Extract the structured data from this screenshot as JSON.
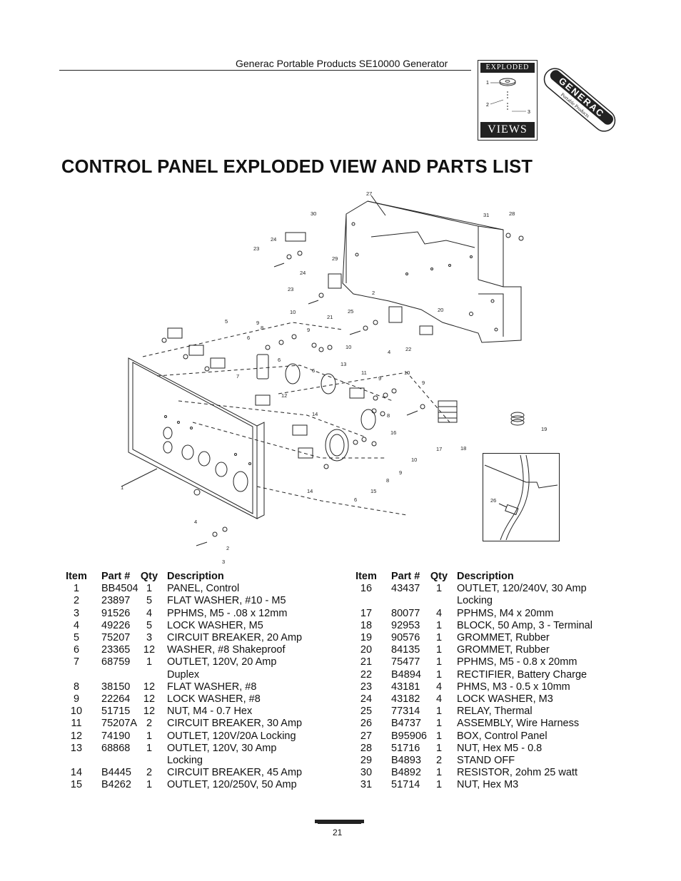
{
  "header": {
    "title": "Generac Portable Products SE10000 Generator"
  },
  "exploded_logo": {
    "top_word": "EXPLODED",
    "bottom_word": "VIEWS",
    "labels": [
      "1",
      "2",
      "3"
    ]
  },
  "generac_logo": {
    "brand": "GENERAC",
    "sub": "Portable Products"
  },
  "page_title": "CONTROL PANEL EXPLODED VIEW AND PARTS LIST",
  "diagram_callouts": [
    "27",
    "30",
    "31",
    "28",
    "24",
    "23",
    "29",
    "24",
    "23",
    "25",
    "2",
    "20",
    "21",
    "4",
    "22",
    "5",
    "6",
    "9",
    "10",
    "8",
    "9",
    "10",
    "7",
    "6",
    "6",
    "12",
    "13",
    "11",
    "9",
    "10",
    "8",
    "9",
    "17",
    "18",
    "19",
    "16",
    "14",
    "10",
    "9",
    "8",
    "15",
    "1",
    "14",
    "6",
    "4",
    "2",
    "3",
    "26"
  ],
  "parts_headers": {
    "item": "Item",
    "part": "Part #",
    "qty": "Qty",
    "description": "Description"
  },
  "parts_left": [
    {
      "item": "1",
      "part": "BB4504",
      "qty": "1",
      "desc": "PANEL, Control"
    },
    {
      "item": "2",
      "part": "23897",
      "qty": "5",
      "desc": "FLAT WASHER, #10 - M5"
    },
    {
      "item": "3",
      "part": "91526",
      "qty": "4",
      "desc": "PPHMS, M5 - .08 x 12mm"
    },
    {
      "item": "4",
      "part": "49226",
      "qty": "5",
      "desc": "LOCK WASHER, M5"
    },
    {
      "item": "5",
      "part": "75207",
      "qty": "3",
      "desc": "CIRCUIT BREAKER, 20 Amp"
    },
    {
      "item": "6",
      "part": "23365",
      "qty": "12",
      "desc": "WASHER, #8 Shakeproof"
    },
    {
      "item": "7",
      "part": "68759",
      "qty": "1",
      "desc": "OUTLET, 120V, 20 Amp"
    },
    {
      "item": "",
      "part": "",
      "qty": "",
      "desc": "Duplex"
    },
    {
      "item": "8",
      "part": "38150",
      "qty": "12",
      "desc": "FLAT WASHER, #8"
    },
    {
      "item": "9",
      "part": "22264",
      "qty": "12",
      "desc": "LOCK WASHER, #8"
    },
    {
      "item": "10",
      "part": "51715",
      "qty": "12",
      "desc": "NUT, M4 - 0.7 Hex"
    },
    {
      "item": "11",
      "part": "75207A",
      "qty": "2",
      "desc": "CIRCUIT BREAKER, 30 Amp"
    },
    {
      "item": "12",
      "part": "74190",
      "qty": "1",
      "desc": "OUTLET, 120V/20A Locking"
    },
    {
      "item": "13",
      "part": "68868",
      "qty": "1",
      "desc": "OUTLET, 120V, 30 Amp"
    },
    {
      "item": "",
      "part": "",
      "qty": "",
      "desc": "Locking"
    },
    {
      "item": "14",
      "part": "B4445",
      "qty": "2",
      "desc": "CIRCUIT BREAKER, 45 Amp"
    },
    {
      "item": "15",
      "part": "B4262",
      "qty": "1",
      "desc": "OUTLET, 120/250V, 50 Amp"
    }
  ],
  "parts_right": [
    {
      "item": "16",
      "part": "43437",
      "qty": "1",
      "desc": "OUTLET, 120/240V, 30 Amp"
    },
    {
      "item": "",
      "part": "",
      "qty": "",
      "desc": "Locking"
    },
    {
      "item": "17",
      "part": "80077",
      "qty": "4",
      "desc": "PPHMS, M4 x 20mm"
    },
    {
      "item": "18",
      "part": "92953",
      "qty": "1",
      "desc": "BLOCK, 50 Amp, 3 - Terminal"
    },
    {
      "item": "19",
      "part": "90576",
      "qty": "1",
      "desc": "GROMMET, Rubber"
    },
    {
      "item": "20",
      "part": "84135",
      "qty": "1",
      "desc": "GROMMET, Rubber"
    },
    {
      "item": "21",
      "part": "75477",
      "qty": "1",
      "desc": "PPHMS, M5 - 0.8 x 20mm"
    },
    {
      "item": "22",
      "part": "B4894",
      "qty": "1",
      "desc": "RECTIFIER, Battery Charge"
    },
    {
      "item": "23",
      "part": "43181",
      "qty": "4",
      "desc": "PHMS, M3 - 0.5 x 10mm"
    },
    {
      "item": "24",
      "part": "43182",
      "qty": "4",
      "desc": "LOCK WASHER, M3"
    },
    {
      "item": "25",
      "part": "77314",
      "qty": "1",
      "desc": "RELAY, Thermal"
    },
    {
      "item": "26",
      "part": "B4737",
      "qty": "1",
      "desc": "ASSEMBLY, Wire Harness"
    },
    {
      "item": "27",
      "part": "B95906",
      "qty": "1",
      "desc": "BOX, Control Panel"
    },
    {
      "item": "28",
      "part": "51716",
      "qty": "1",
      "desc": "NUT, Hex M5 - 0.8"
    },
    {
      "item": "29",
      "part": "B4893",
      "qty": "2",
      "desc": "STAND OFF"
    },
    {
      "item": "30",
      "part": "B4892",
      "qty": "1",
      "desc": "RESISTOR, 2ohm 25 watt"
    },
    {
      "item": "31",
      "part": "51714",
      "qty": "1",
      "desc": "NUT, Hex M3"
    }
  ],
  "footer": {
    "page_number": "21"
  }
}
